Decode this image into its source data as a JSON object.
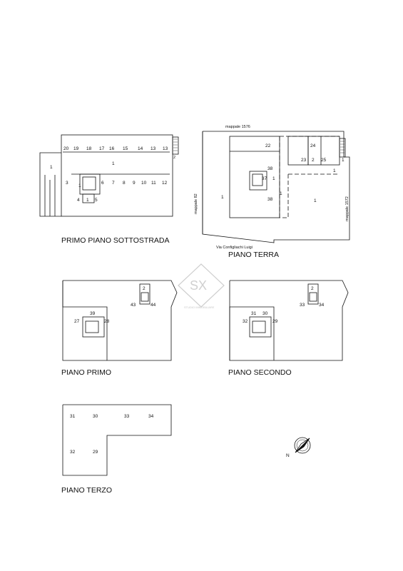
{
  "plans": {
    "sottostrada": {
      "title": "PRIMO PIANO SOTTOSTRADA",
      "units_top": [
        "20",
        "19",
        "18",
        "17",
        "16",
        "15",
        "14",
        "13",
        "13"
      ],
      "main_label": "1",
      "left_label": "1",
      "units_bottom": [
        "3",
        "6",
        "7",
        "8",
        "9",
        "10",
        "11",
        "12"
      ],
      "small_units": [
        "4",
        "1",
        "5"
      ],
      "stair_label": "1",
      "stair_right": "2"
    },
    "terra": {
      "title": "PIANO TERRA",
      "mappale_top": "mappale 1576",
      "mappale_left": "mappale 82",
      "mappale_right": "mappale 1572",
      "street": "Via Configliachi Luigi",
      "units": [
        "22",
        "38",
        "37",
        "1",
        "38",
        "1",
        "1",
        "1",
        "24",
        "23",
        "2",
        "25",
        "1",
        "1"
      ]
    },
    "primo": {
      "title": "PIANO PRIMO",
      "units": [
        "2",
        "43",
        "44",
        "39",
        "27",
        "28"
      ]
    },
    "secondo": {
      "title": "PIANO SECONDO",
      "units": [
        "2",
        "33",
        "34",
        "31",
        "30",
        "32",
        "29"
      ]
    },
    "terzo": {
      "title": "PIANO TERZO",
      "units": [
        "31",
        "30",
        "33",
        "34",
        "32",
        "29"
      ]
    }
  },
  "compass": {
    "label": "N"
  },
  "watermark": {
    "text": "SX",
    "subtext": "STUDIO IMMOBILIARE"
  }
}
